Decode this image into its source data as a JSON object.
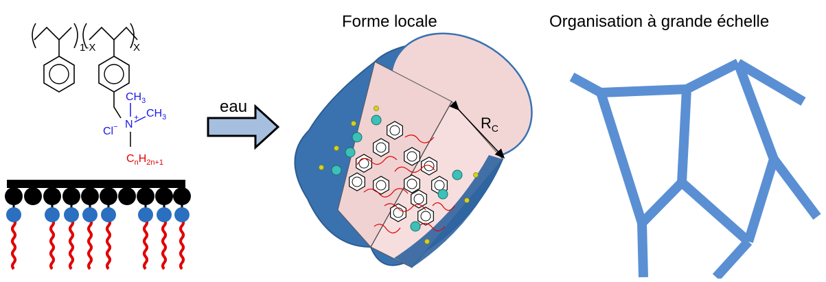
{
  "titles": {
    "local_shape": "Forme locale",
    "large_scale": "Organisation à grande échelle"
  },
  "arrow": {
    "label": "eau"
  },
  "chemistry": {
    "subscript_left": "1-X",
    "subscript_right": "X",
    "methyl_top": "CH",
    "methyl_top_sub": "3",
    "methyl_right": "CH",
    "methyl_right_sub": "3",
    "nitrogen": "N",
    "nitrogen_charge": "+",
    "chloride": "Cl",
    "chloride_charge": "−",
    "alkyl_c": "C",
    "alkyl_c_sub": "n",
    "alkyl_h": "H",
    "alkyl_h_sub": "2n+1"
  },
  "cylinder": {
    "radius_label": "R",
    "radius_sub": "C"
  },
  "colors": {
    "counterion_blue": "#2b6fc0",
    "tail_red": "#e00000",
    "backbone_black": "#000000",
    "cylinder_blue": "#3a72b0",
    "cylinder_pink": "#f2d6d6",
    "network_blue": "#5b8fd4",
    "arrow_fill": "#a7bfdf",
    "teal_ion": "#3cc0b8",
    "yellow_ion": "#d6d21e"
  }
}
